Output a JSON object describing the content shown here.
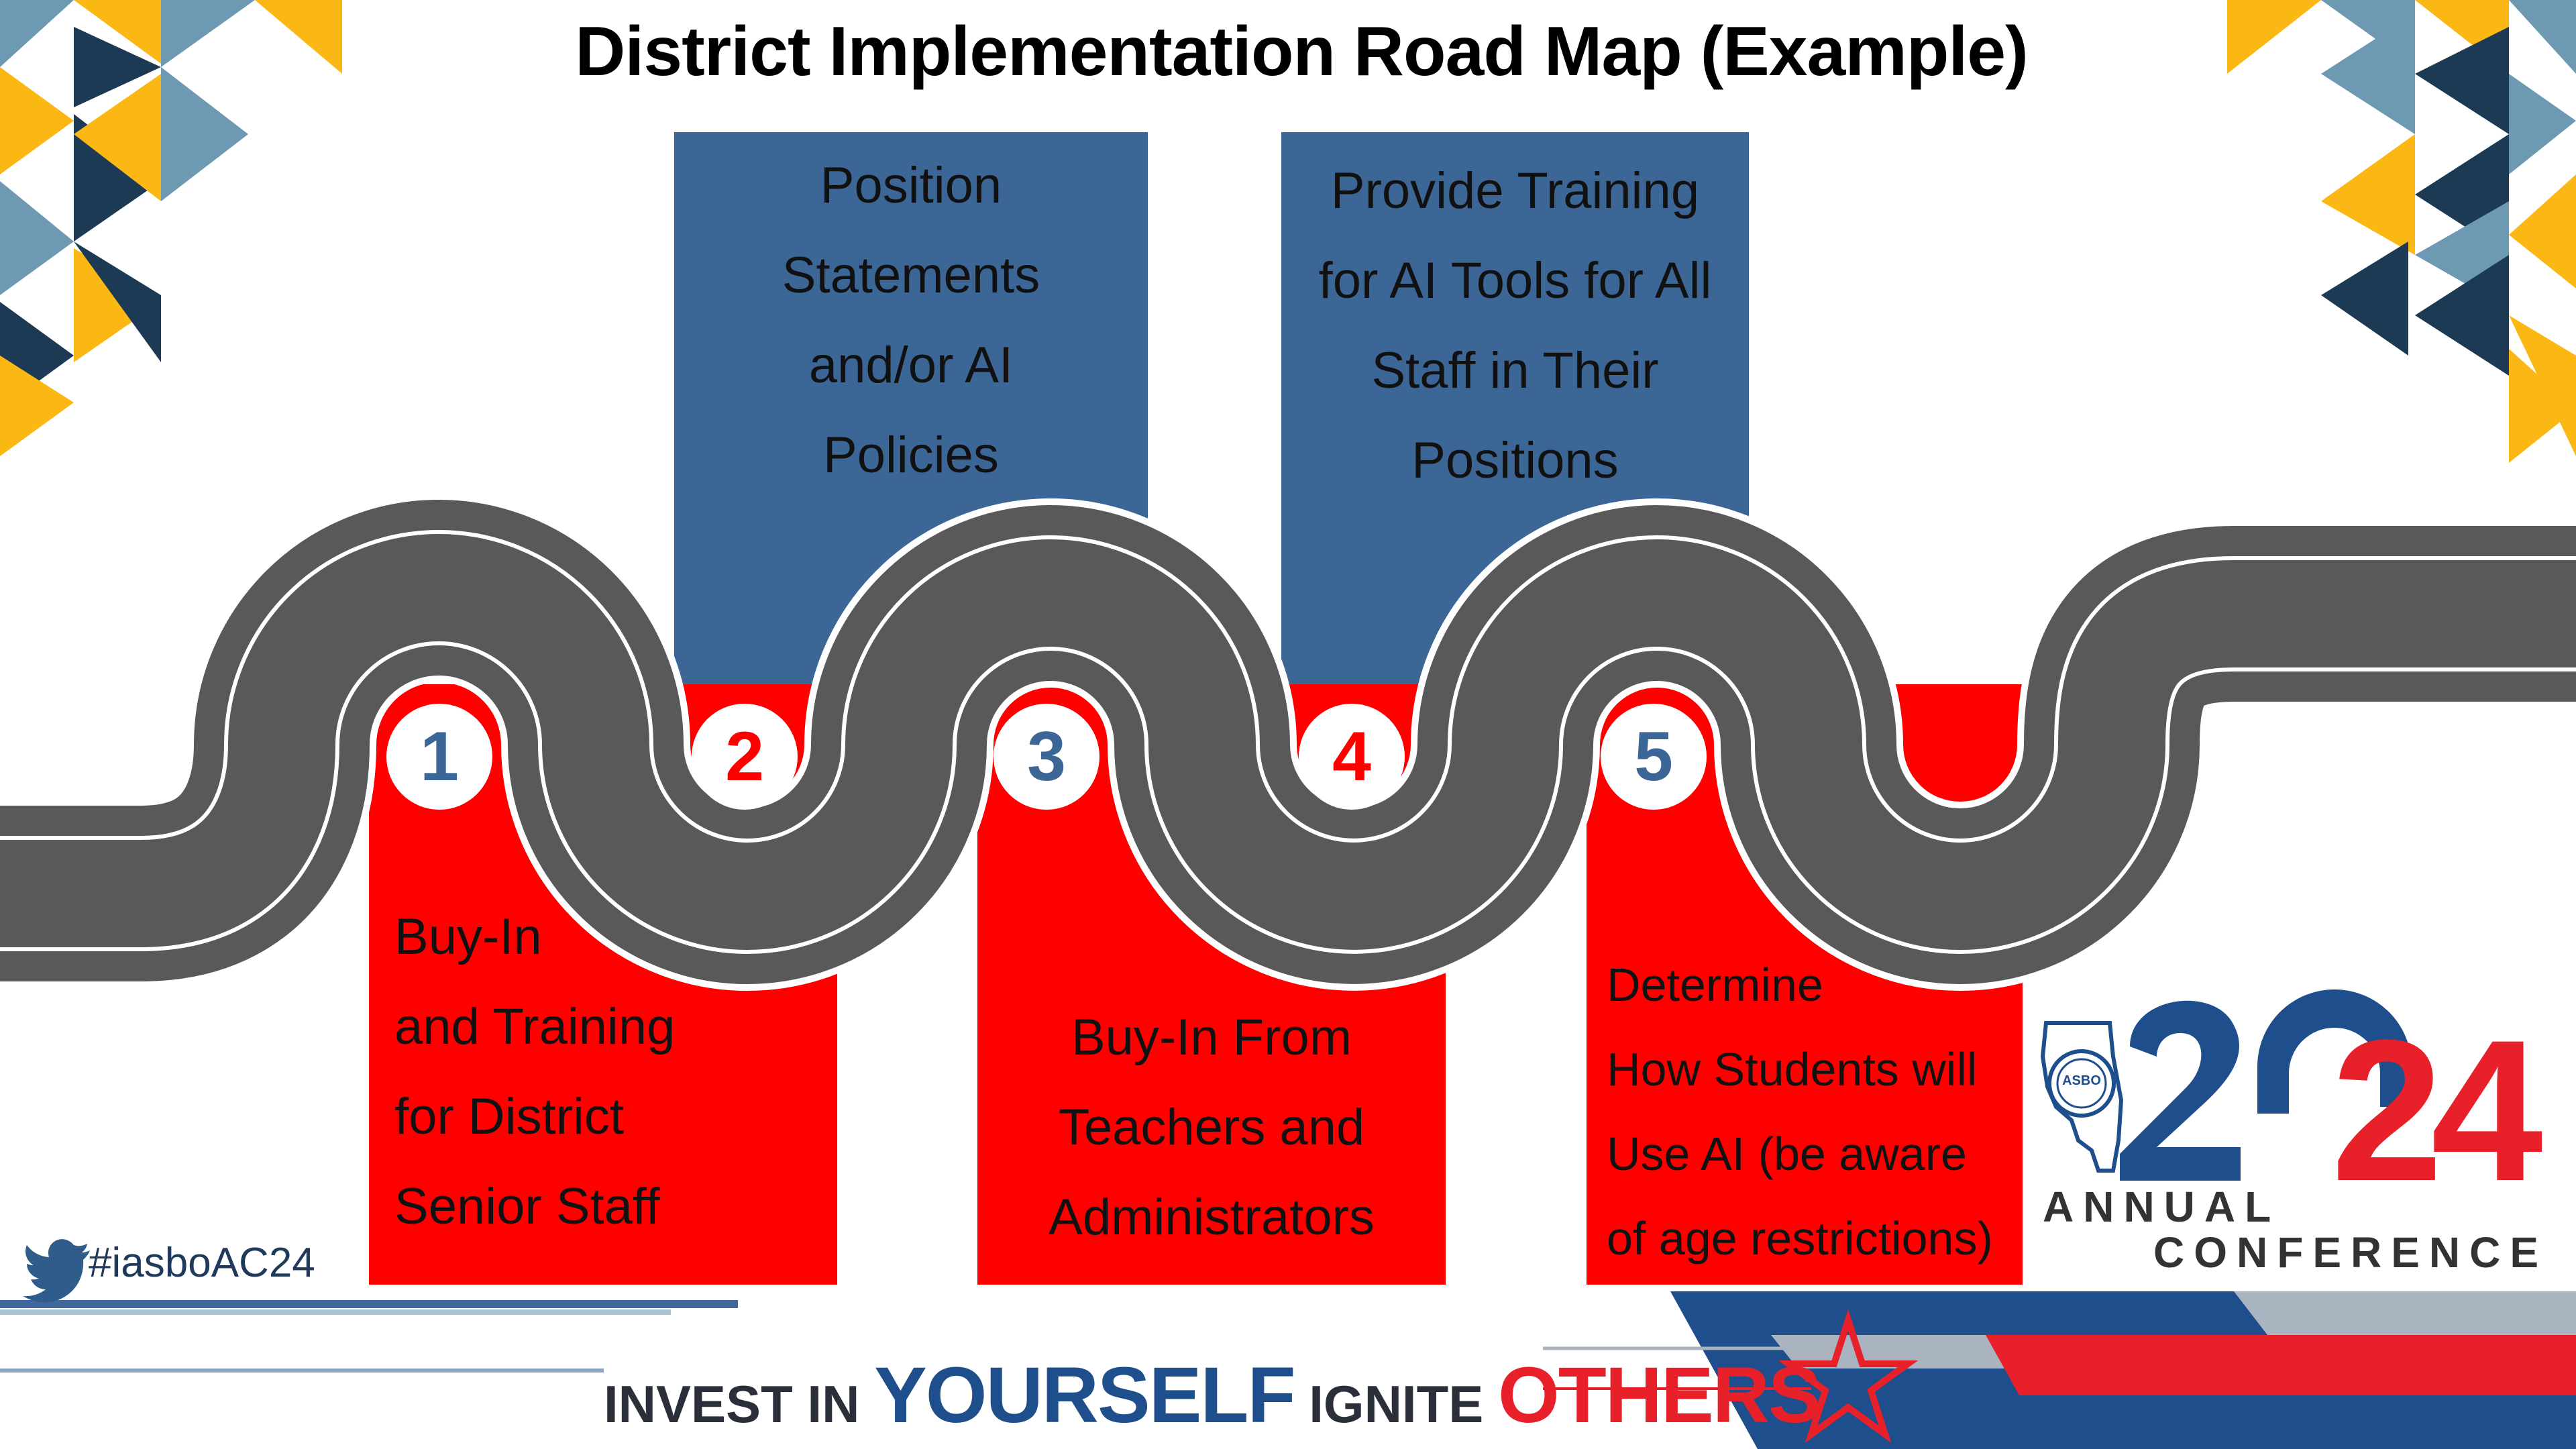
{
  "title": "District Implementation Road Map (Example)",
  "steps": [
    {
      "number": "1",
      "lines": [
        "Buy-In",
        "and Training",
        "for District",
        "Senior Staff"
      ]
    },
    {
      "number": "2",
      "lines": [
        "Position",
        "Statements",
        "and/or AI",
        "Policies"
      ]
    },
    {
      "number": "3",
      "lines": [
        "Buy-In From",
        "Teachers and",
        "Administrators"
      ]
    },
    {
      "number": "4",
      "lines": [
        "Provide Training",
        "for AI Tools for All",
        "Staff in Their",
        "Positions"
      ]
    },
    {
      "number": "5",
      "lines": [
        "Determine",
        "How Students will",
        "Use AI (be aware",
        "of age restrictions)"
      ]
    }
  ],
  "footer": {
    "hashtag": "#iasboAC24",
    "tagline": {
      "part1": "INVEST IN ",
      "part2": "YOURSELF",
      "part3": " IGNITE ",
      "part4": "OTHERS"
    }
  },
  "logo": {
    "year_left": "2",
    "year_right": "24",
    "line1": "ANNUAL",
    "line2": "CONFERENCE",
    "seal_text": "ASBO"
  },
  "colors": {
    "red_panel": "#ff0000",
    "blue_panel": "#3c6696",
    "road": "#595959",
    "triangle_yellow": "#fbb814",
    "triangle_navy": "#1d3a55",
    "triangle_steel": "#6d9ab2",
    "brand_blue": "#1e4e8c",
    "brand_red": "#e8202a"
  },
  "icons": [
    "twitter-bird-icon",
    "star-icon",
    "illinois-state-icon"
  ]
}
